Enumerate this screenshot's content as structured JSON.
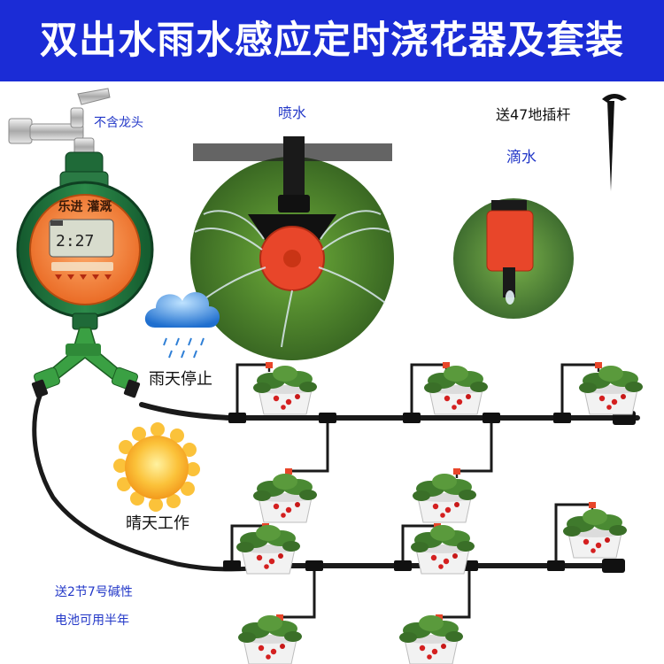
{
  "title": "双出水雨水感应定时浇花器及套装",
  "labels": {
    "no_faucet": "不含龙头",
    "spray": "喷水",
    "stakes": "送47地插杆",
    "drip": "滴水",
    "rain_stop": "雨天停止",
    "sunny_work": "晴天工作",
    "battery_line1": "送2节7号碱性",
    "battery_line2": "电池可用半年"
  },
  "timer": {
    "brand": "乐进 灌溉",
    "display": "2:27"
  },
  "colors": {
    "banner": "#1b2cd6",
    "label_blue": "#2338c8",
    "timer_green": "#1d6b3a",
    "timer_face": "#f07a2a",
    "connector_green": "#3aa043",
    "pipe": "#1a1a1a",
    "dripper_red": "#e8462a",
    "sun": "#f8b42c",
    "cloud": "#2f7fd6"
  }
}
